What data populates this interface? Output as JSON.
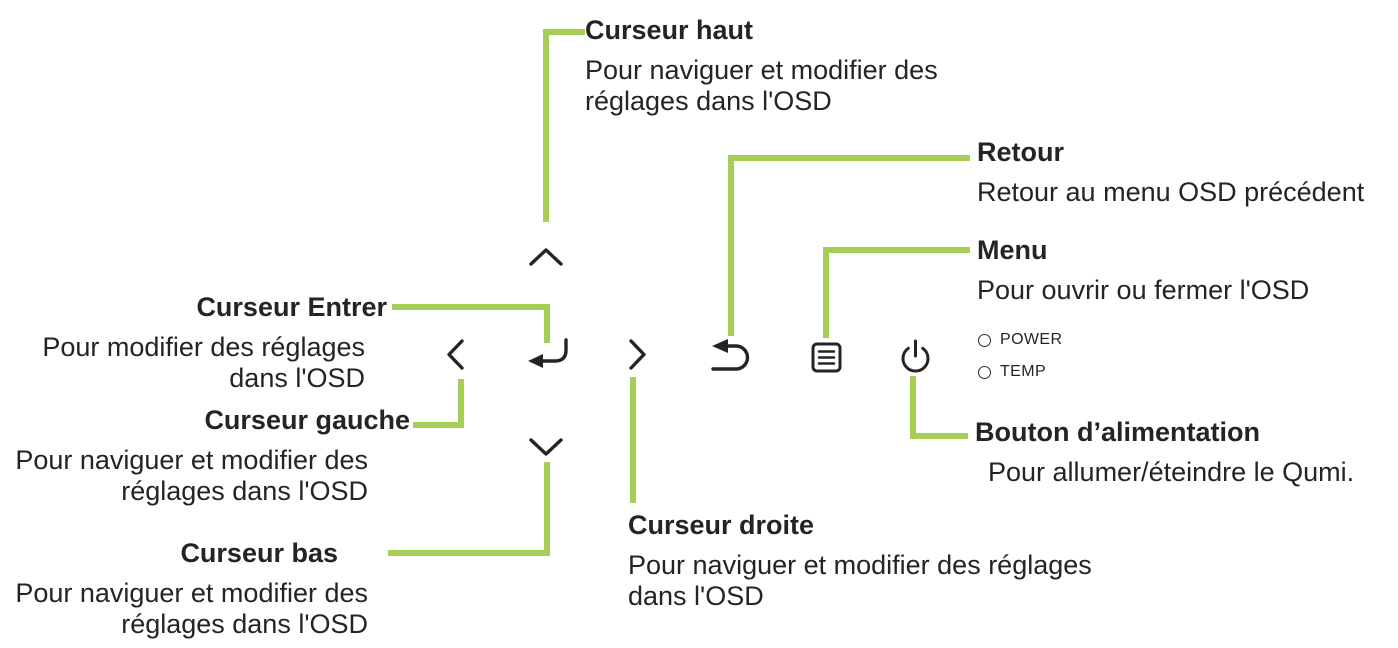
{
  "diagram": {
    "accent_color": "#a6ce55",
    "text_color": "#272323",
    "callouts": {
      "curseur_haut": {
        "title": "Curseur haut",
        "desc": "Pour naviguer et modifier des\nréglages dans l'OSD"
      },
      "retour": {
        "title": "Retour",
        "desc": "Retour au menu OSD précédent"
      },
      "menu": {
        "title": "Menu",
        "desc": "Pour ouvrir ou fermer l'OSD"
      },
      "bouton_alimentation": {
        "title": "Bouton d’alimentation",
        "desc": "Pour allumer/éteindre le Qumi."
      },
      "curseur_entrer": {
        "title": "Curseur Entrer",
        "desc": "Pour modifier des réglages\ndans l'OSD"
      },
      "curseur_gauche": {
        "title": "Curseur gauche",
        "desc": "Pour naviguer et modifier des\nréglages dans l'OSD"
      },
      "curseur_bas": {
        "title": "Curseur bas",
        "desc": "Pour naviguer et modifier des\nréglages dans l'OSD"
      },
      "curseur_droite": {
        "title": "Curseur droite",
        "desc": "Pour naviguer et modifier des réglages\ndans l'OSD"
      }
    },
    "indicators": [
      {
        "label": "POWER"
      },
      {
        "label": "TEMP"
      }
    ],
    "icons": {
      "up": "cursor-up-icon",
      "down": "cursor-down-icon",
      "left": "cursor-left-icon",
      "right": "cursor-right-icon",
      "enter": "enter-icon",
      "back": "back-icon",
      "menu": "menu-icon",
      "power": "power-icon"
    }
  }
}
